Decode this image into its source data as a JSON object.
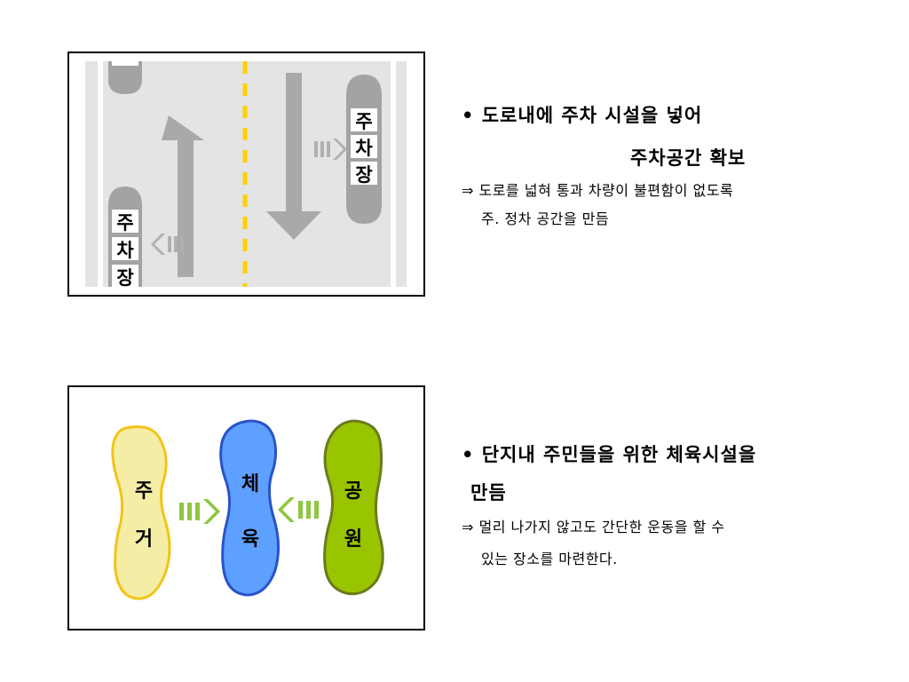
{
  "road_diagram": {
    "left_parking_label": [
      "주",
      "차",
      "장"
    ],
    "right_parking_label": [
      "주",
      "차",
      "장"
    ],
    "colors": {
      "road": "#e4e4e4",
      "lane_edge": "#ffffff",
      "center_line": "#ffd000",
      "arrow": "#a9a9a9",
      "parking": "#a3a3a3",
      "chevron": "#b0b0b0"
    }
  },
  "road_text": {
    "bullet": "• 도로내에 주차 시설을 넣어",
    "bullet_cont": "주차공간 확보",
    "sub": "⇒ 도로를 넓혀 통과 차량이 불편함이 없도록",
    "sub_cont": "주. 정차 공간을 만듬"
  },
  "complex_diagram": {
    "residential": {
      "chars": [
        "주",
        "거"
      ],
      "fill": "#f5eda5",
      "stroke": "#f0c419"
    },
    "sports": {
      "chars": [
        "체",
        "육"
      ],
      "fill": "#5ea0ff",
      "stroke": "#2a52c9"
    },
    "park": {
      "chars": [
        "공",
        "원"
      ],
      "fill": "#99c400",
      "stroke": "#6b7a1e"
    },
    "chevron_color": "#8dc63f"
  },
  "complex_text": {
    "bullet": "• 단지내 주민들을 위한 체육시설을",
    "bullet_cont": "만듬",
    "sub": "⇒ 멀리 나가지 않고도 간단한 운동을 할 수",
    "sub_cont": "있는 장소를 마련한다."
  }
}
